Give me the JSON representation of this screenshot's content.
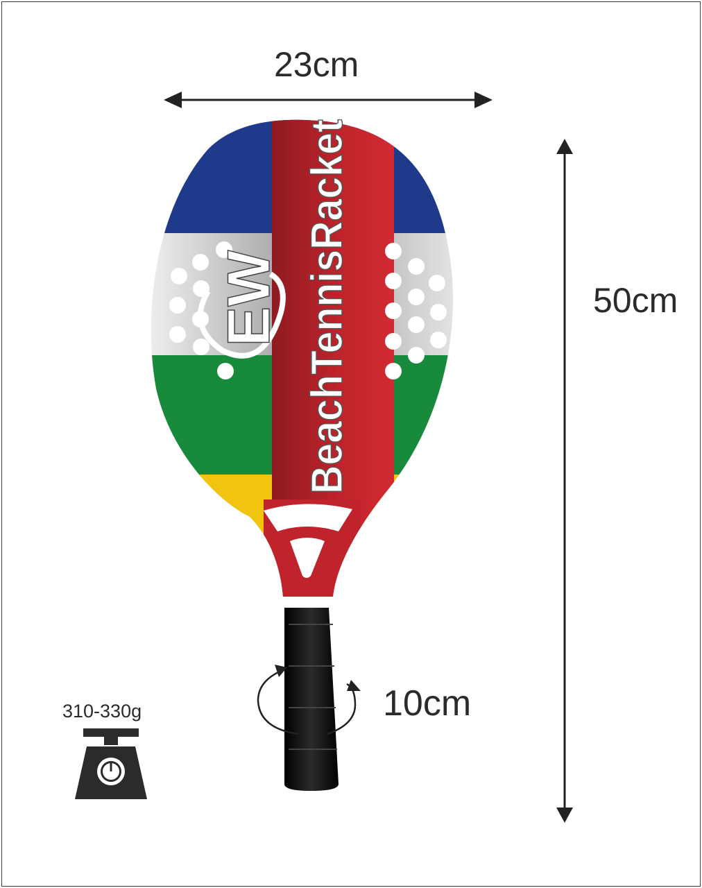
{
  "dimensions": {
    "width": "23cm",
    "height": "50cm",
    "grip_circumference": "10cm",
    "weight": "310-330g"
  },
  "racket": {
    "brand_logo": "EW",
    "face_text": "BeachTennisRacket",
    "colors": {
      "blue": "#1f3a8a",
      "silver": "#d4d4d4",
      "green": "#178a3c",
      "yellow": "#f1c40f",
      "red": "#c0232b",
      "grip": "#151515"
    }
  },
  "icons": {
    "weight": "scale-icon"
  }
}
